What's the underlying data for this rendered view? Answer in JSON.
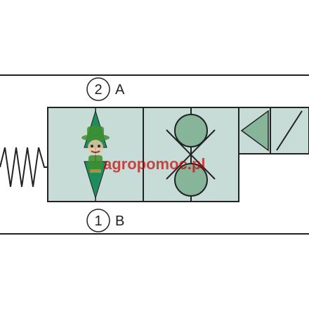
{
  "ports": {
    "top": {
      "number": "2",
      "letter": "A"
    },
    "bottom": {
      "number": "1",
      "letter": "B"
    }
  },
  "watermark": {
    "text": "agropomoc.pl"
  },
  "colors": {
    "valve_fill": "#c7dcd7",
    "ball_fill": "#87b59a",
    "arrow_fill": "#1e8c5c",
    "stroke": "#222222",
    "watermark": "#c40000"
  }
}
